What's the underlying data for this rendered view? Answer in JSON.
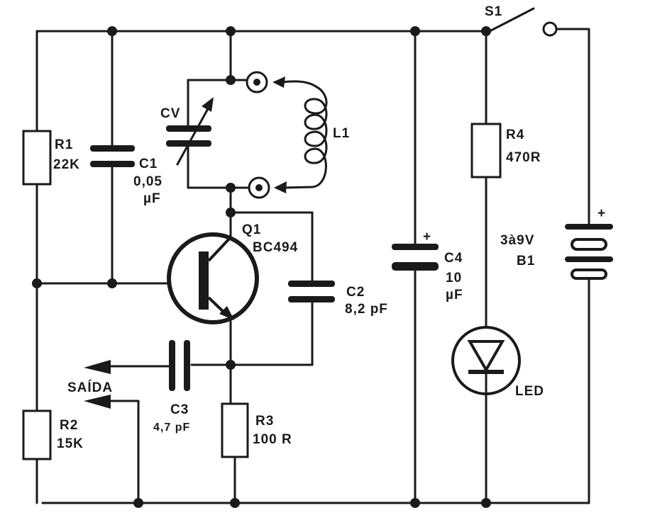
{
  "labels": {
    "s1": "S1",
    "cv": "CV",
    "r1_name": "R1",
    "r1_value": "22K",
    "c1_name": "C1",
    "c1_value": "0,05",
    "c1_unit": "µF",
    "l1": "L1",
    "r4_name": "R4",
    "r4_value": "470R",
    "q1_name": "Q1",
    "q1_part": "BC494",
    "c2_name": "C2",
    "c2_value": "8,2 pF",
    "c4_plus": "+",
    "c4_name": "C4",
    "c4_value": "10",
    "c4_unit": "µF",
    "b1_voltage": "3à9V",
    "b1_name": "B1",
    "b1_plus": "+",
    "saida": "SAÍDA",
    "c3_name": "C3",
    "c3_value": "4,7 pF",
    "r2_name": "R2",
    "r2_value": "15K",
    "r3_name": "R3",
    "r3_value": "100 R",
    "led": "LED"
  },
  "colors": {
    "ink": "#1a1a1a",
    "paper": "#ffffff"
  }
}
